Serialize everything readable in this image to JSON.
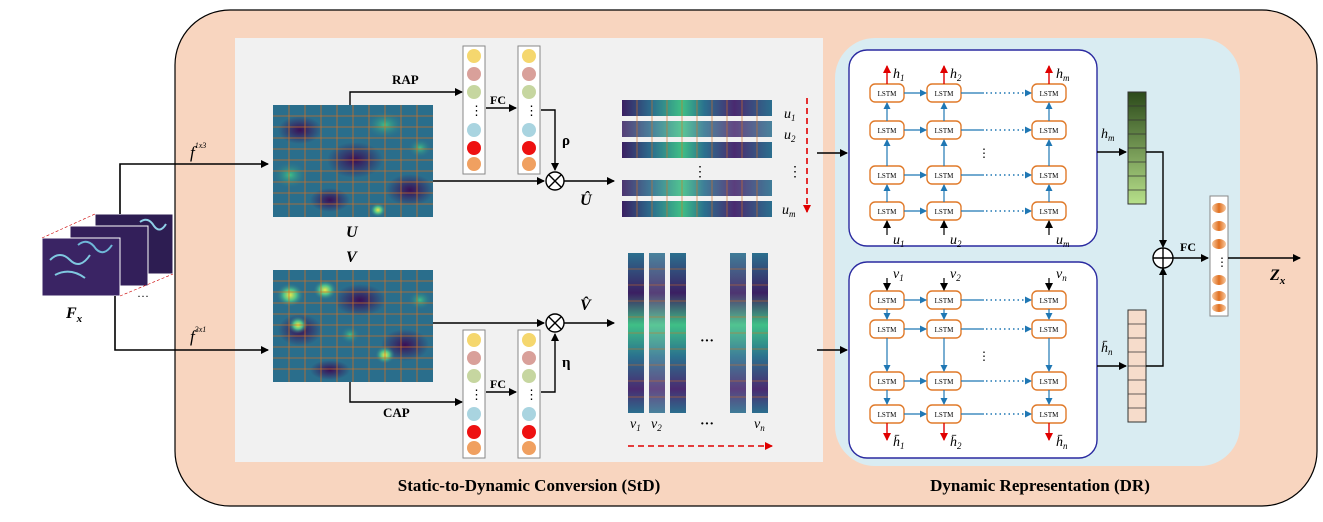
{
  "colors": {
    "outer_bg": "#f8d5bf",
    "std_bg": "#f1f1f1",
    "dr_bg": "#d9ecf2",
    "lstm_stroke": "#e07a2a",
    "blue_arrow": "#1f77b4",
    "red_arrow": "#e00000",
    "inner_box_stroke": "#2a2aa0"
  },
  "labels": {
    "input_label": "F",
    "input_sub": "x",
    "f_row": "f",
    "f_row_sup": "1x3",
    "f_col": "f",
    "f_col_sup": "3x1",
    "U": "U",
    "V": "V",
    "RAP": "RAP",
    "CAP": "CAP",
    "FC_top": "FC",
    "FC_bottom": "FC",
    "rho": "ρ",
    "eta": "η",
    "U_hat": "Û",
    "V_hat": "V̂",
    "u1": "u",
    "u1_sub": "1",
    "u2": "u",
    "u2_sub": "2",
    "um": "u",
    "um_sub": "m",
    "v1": "v",
    "v1_sub": "1",
    "v2": "v",
    "v2_sub": "2",
    "vn": "v",
    "vn_sub": "n",
    "ellipsis": "···",
    "vdots": "⋮",
    "lstm": "LSTM",
    "h": "h",
    "h1_sub": "1",
    "h2_sub": "2",
    "hm_sub": "m",
    "hbar": "h̄",
    "hn_sub": "n",
    "hm_side": "h",
    "hm_side_sub": "m",
    "hn_side": "h̄",
    "hn_side_sub": "n",
    "FC_final": "FC",
    "Zx": "Z",
    "Zx_sub": "x",
    "std_title": "Static-to-Dynamic Conversion (StD)",
    "dr_title": "Dynamic Representation (DR)"
  }
}
